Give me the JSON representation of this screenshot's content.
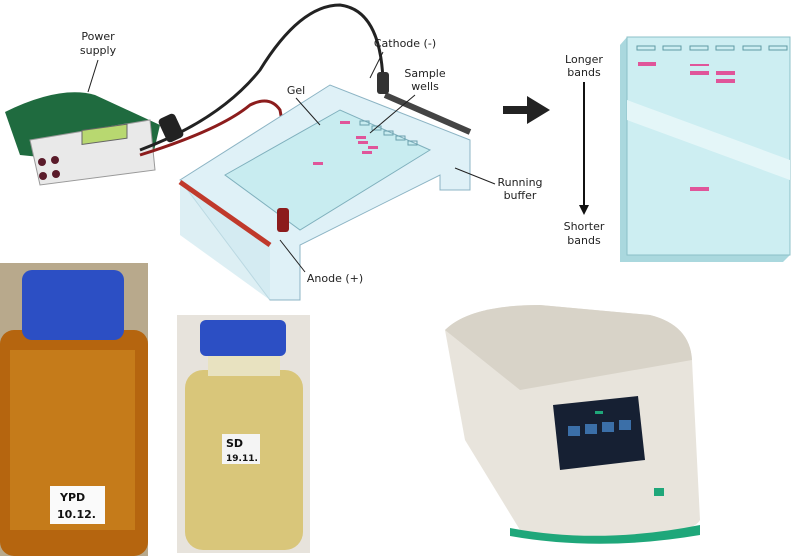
{
  "diagram": {
    "power_supply": [
      "Power",
      "supply"
    ],
    "gel": "Gel",
    "cathode": "Cathode (-)",
    "sample_wells": [
      "Sample",
      "wells"
    ],
    "running_buffer": [
      "Running",
      "buffer"
    ],
    "anode": "Anode (+)",
    "longer_bands": [
      "Longer",
      "bands"
    ],
    "shorter_bands": [
      "Shorter",
      "bands"
    ]
  },
  "photos": {
    "ypd_label": [
      "YPD",
      "10.12."
    ],
    "sd_label": [
      "SD",
      "19.11."
    ]
  },
  "colors": {
    "band": "#e0559a",
    "gel": "#c8ecf0",
    "cap": "#2c4fc4",
    "thermocycler_accent": "#1fa77a"
  }
}
